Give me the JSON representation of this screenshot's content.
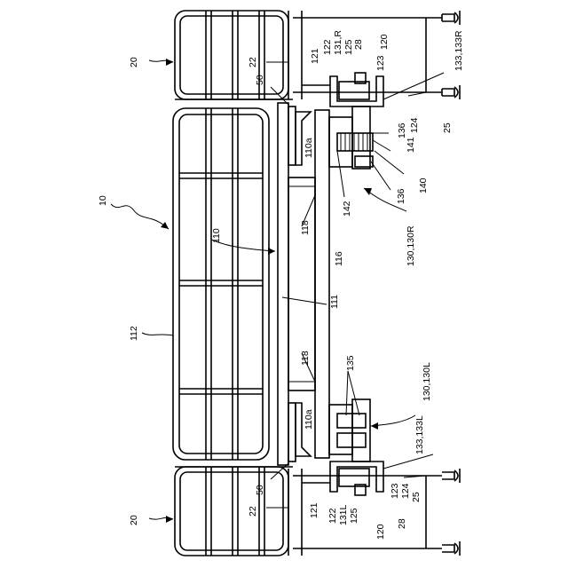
{
  "labels": {
    "assembly": "10",
    "left_vehicle": "20",
    "right_vehicle": "20",
    "frame_110": "110",
    "panel_112": "112",
    "beam_111": "111",
    "bar_116": "116",
    "post_118_top": "118",
    "post_118_bot": "118",
    "pad_110a_top": "110a",
    "pad_110a_bot": "110a",
    "mount_50_top": "50",
    "mount_50_bot": "50",
    "rail_22_top": "22",
    "rail_22_bot": "22",
    "rail_25_top": "25",
    "rail_25_bot": "25",
    "l121_top": "121",
    "l122_top": "122",
    "l131R": "131,R",
    "l125_top": "125",
    "l28_top": "28",
    "l120_top": "120",
    "l133R": "133,133R",
    "l123_top": "123",
    "l124_top": "124",
    "l136_a": "136",
    "l141": "141",
    "l136_b": "136",
    "l140": "140",
    "l142": "142",
    "l130R": "130,130R",
    "l135": "135",
    "l130L": "130,130L",
    "l133L": "133,133L",
    "l123_bot": "123",
    "l124_bot": "124",
    "l25_bot": "25",
    "l121_bot": "121",
    "l122_bot": "122",
    "l131L": "131L",
    "l125_bot": "125",
    "l120_bot": "120",
    "l28_bot": "28"
  }
}
